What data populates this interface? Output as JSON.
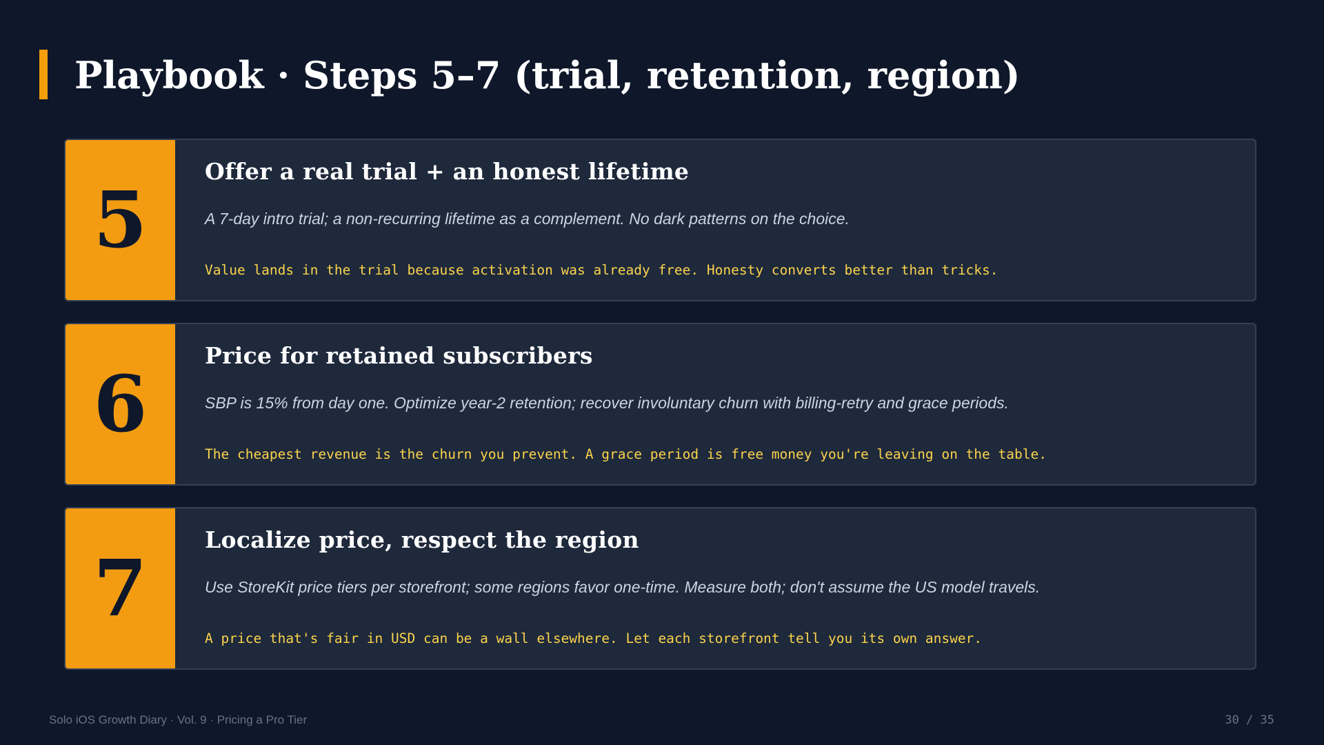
{
  "title": "Playbook · Steps 5–7 (trial, retention, region)",
  "steps": [
    {
      "number": "5",
      "title": "Offer a real trial + an honest lifetime",
      "description": "A 7-day intro trial; a non-recurring lifetime as a complement. No dark patterns on the choice.",
      "quote": "Value lands in the trial because activation was already free. Honesty converts better than tricks."
    },
    {
      "number": "6",
      "title": "Price for retained subscribers",
      "description": "SBP is 15% from day one. Optimize year-2 retention; recover involuntary churn with billing-retry and grace periods.",
      "quote": "The cheapest revenue is the churn you prevent. A grace period is free money you're leaving on the table."
    },
    {
      "number": "7",
      "title": "Localize price, respect the region",
      "description": "Use StoreKit price tiers per storefront; some regions favor one-time. Measure both; don't assume the US model travels.",
      "quote": "A price that's fair in USD can be a wall elsewhere. Let each storefront tell you its own answer."
    }
  ],
  "footer": {
    "left": "Solo iOS Growth Diary · Vol. 9 · Pricing a Pro Tier",
    "page": "30 / 35"
  },
  "colors": {
    "background": "#0f172a",
    "accent": "#f39c12",
    "card": "#1e293b",
    "quote": "#fcd34d"
  }
}
